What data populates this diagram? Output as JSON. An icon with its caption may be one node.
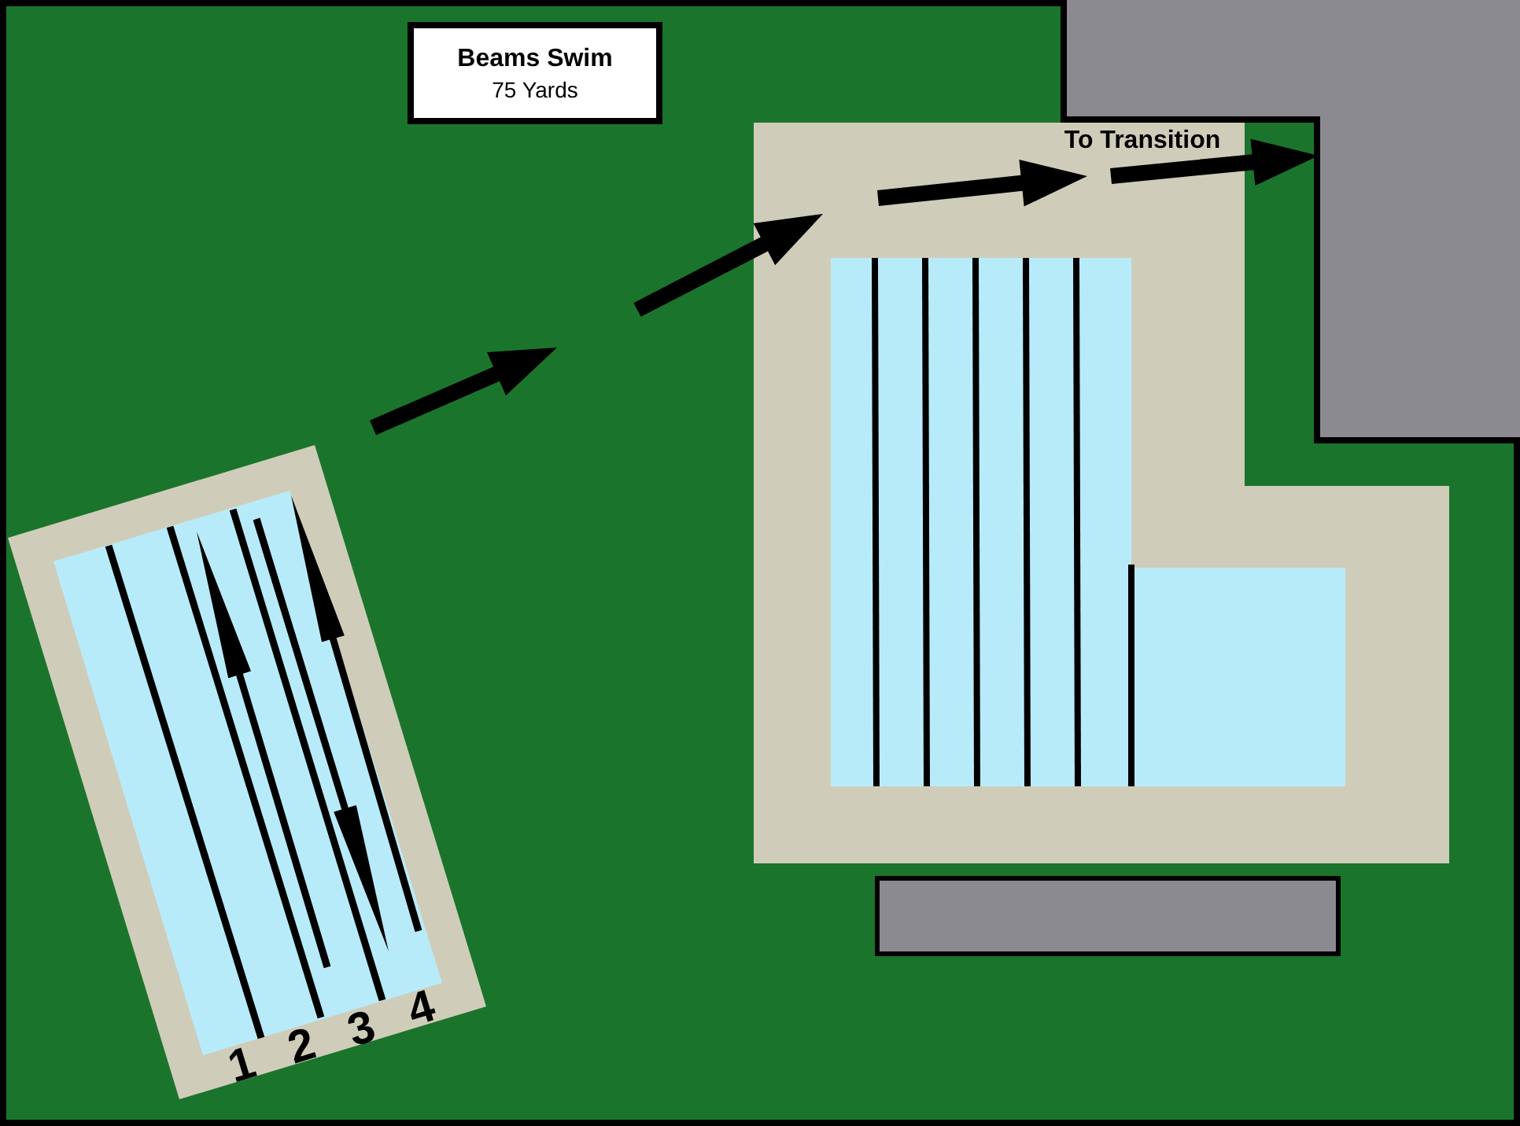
{
  "diagram": {
    "nodes": [
      {
        "text": [
          "Beams Swim",
          "75 Yards"
        ]
      },
      {
        "text": [],
        "shape": "box"
      }
    ],
    "labels": [
      "To Transition",
      "1",
      "2",
      "3",
      "4"
    ]
  }
}
